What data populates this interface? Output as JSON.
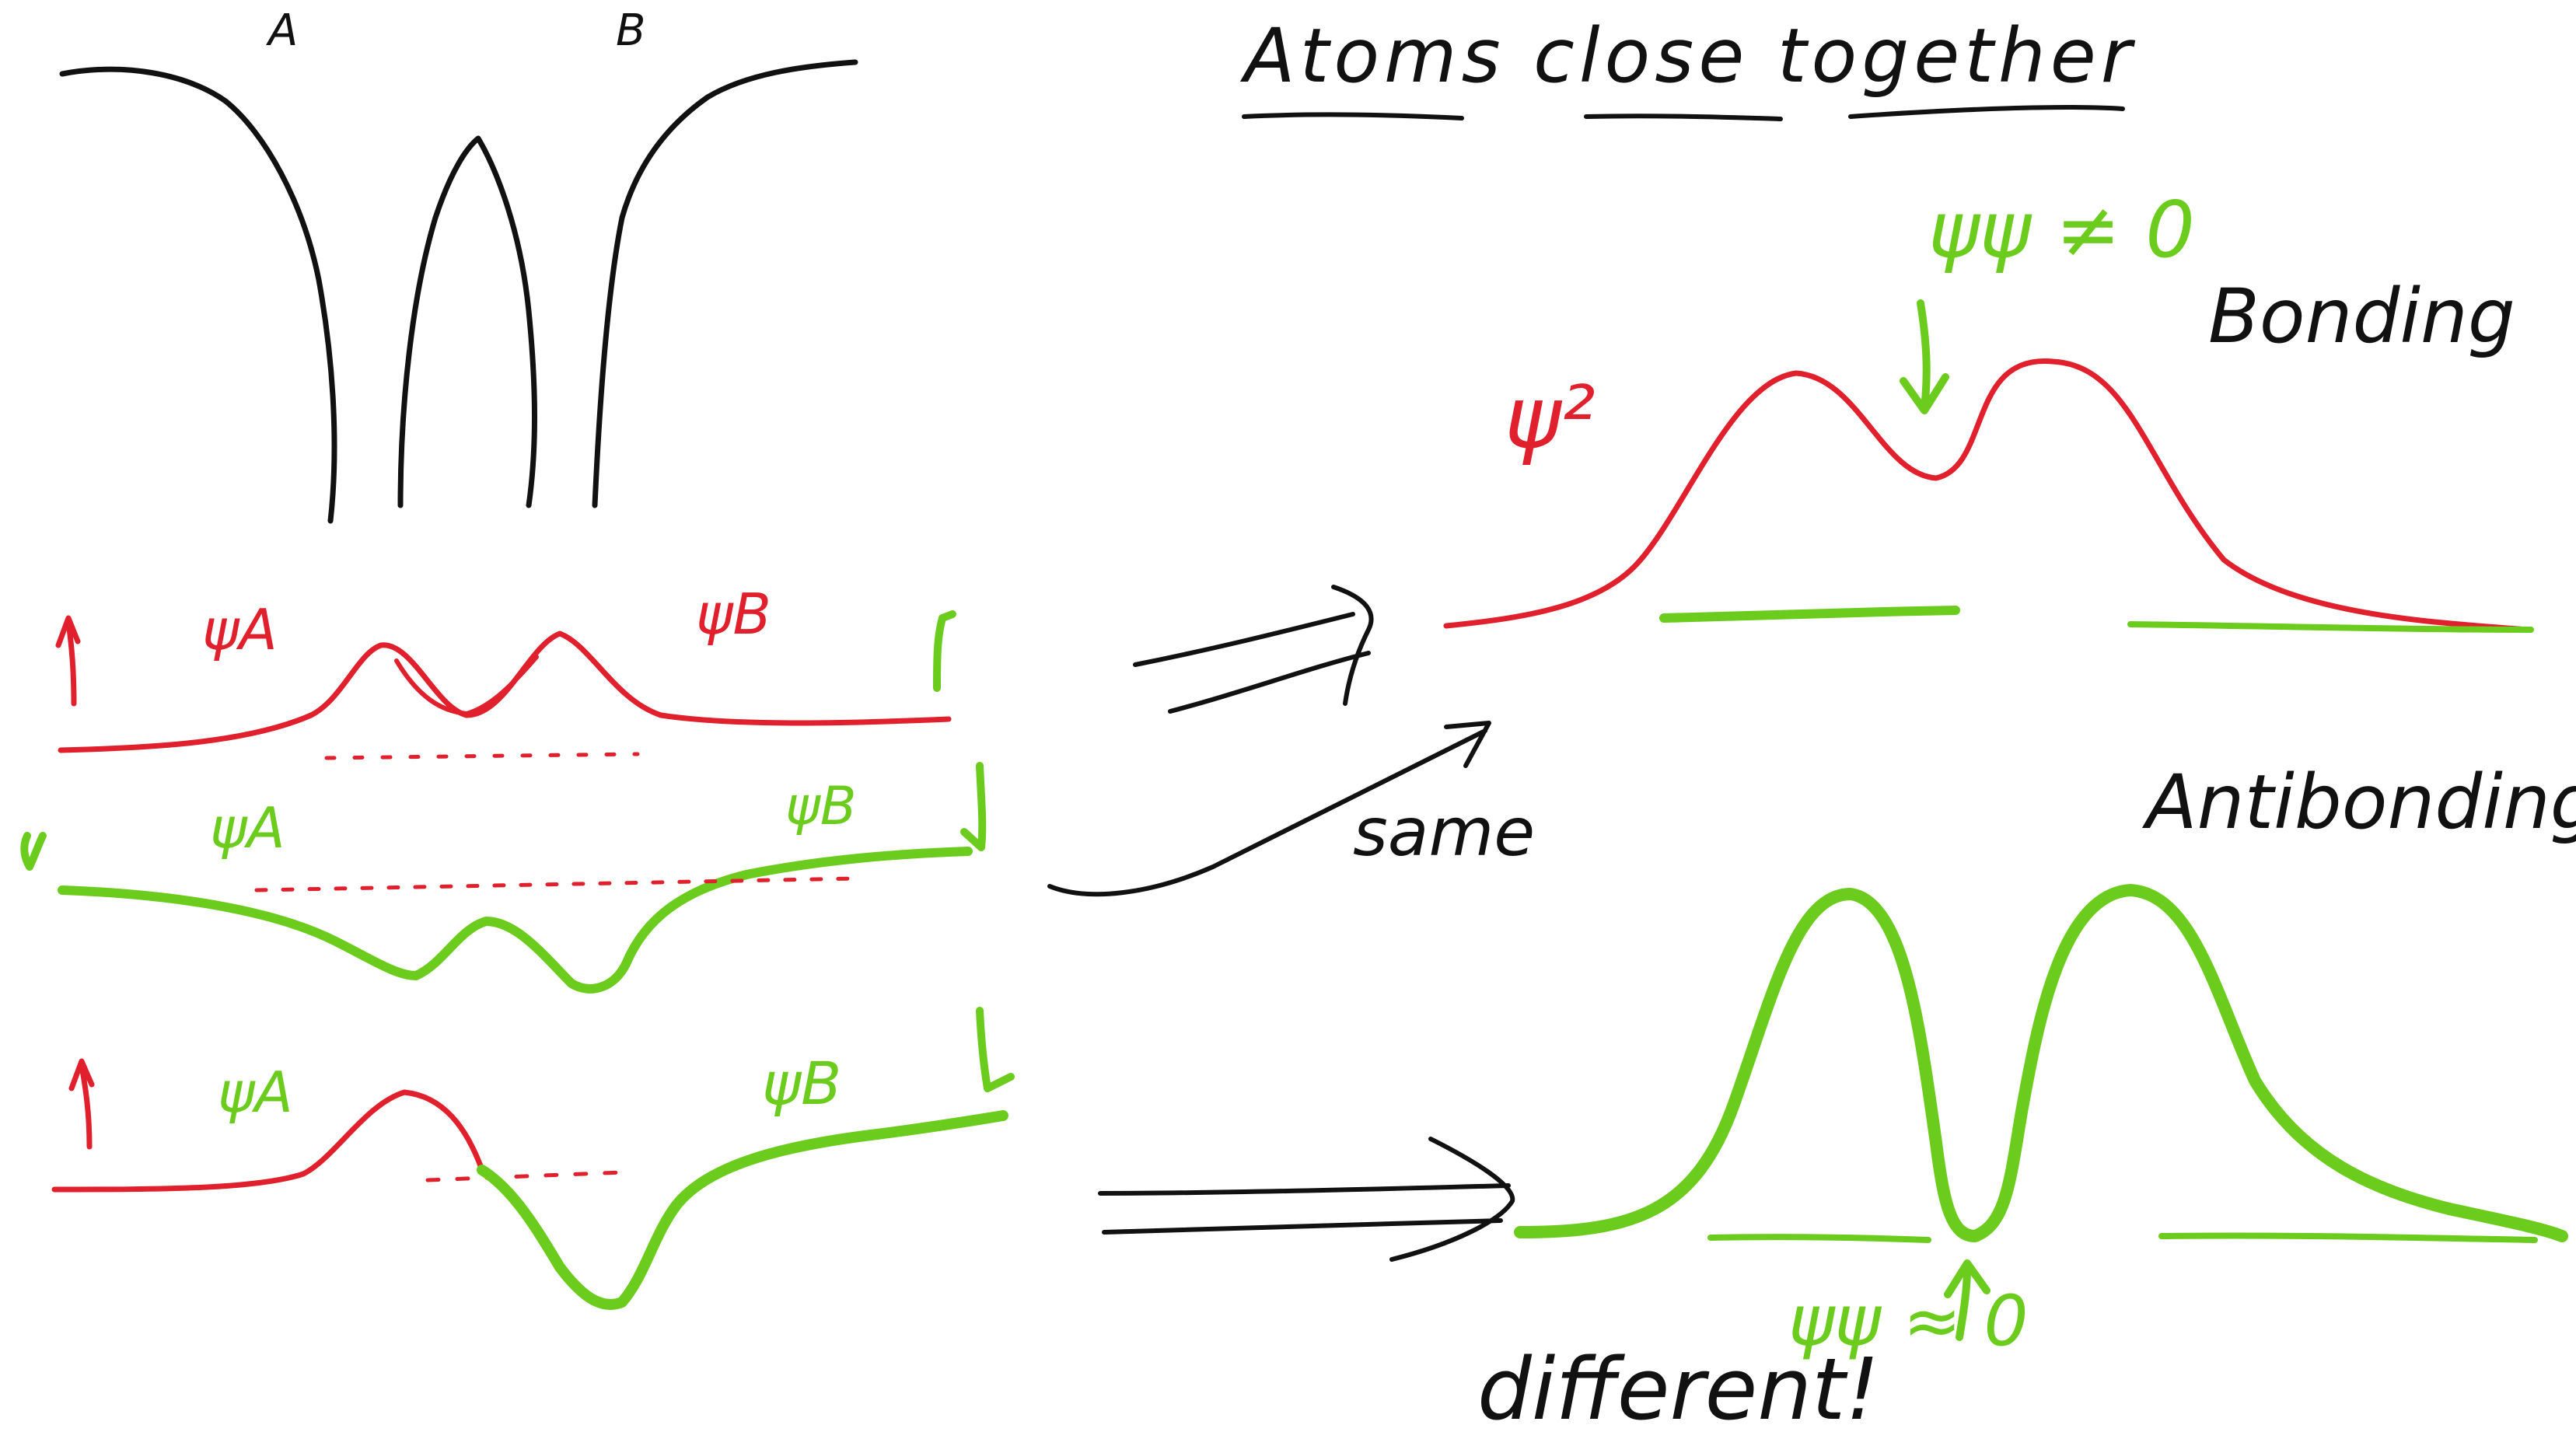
{
  "labels": {
    "atom_a": "A",
    "atom_b": "B",
    "heading": "Atoms close together",
    "psi_a_red": "ψA",
    "psi_b_red": "ψB",
    "psi_a_green_mid": "ψA",
    "psi_b_green_mid": "ψB",
    "psi_a_green_bot": "ψA",
    "psi_b_green_bot": "ψB",
    "psi_squared": "ψ²",
    "overlap_nonzero": "ψψ ≠ 0",
    "bonding": "Bonding",
    "antibonding": "Antibonding",
    "same": "same",
    "different": "different!",
    "overlap_zero": "ψψ ≈ 0"
  },
  "colors": {
    "ink": "#111111",
    "red": "#e0202c",
    "green": "#6ccc1e",
    "background": "#ffffff"
  }
}
